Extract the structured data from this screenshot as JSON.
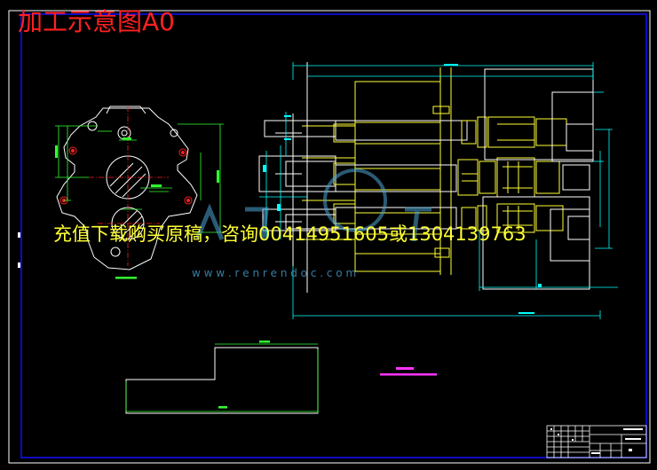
{
  "title": "加工示意图A0",
  "overlay_text": "充值下载购买原稿，咨询0041495160​5或1304139763",
  "watermark_text": "w w w . r e n r e n d o c . c o m",
  "colors": {
    "background": "#000000",
    "border": "#1010ff",
    "line": "#ffffff",
    "yellow": "#ffff33",
    "cyan": "#00ffff",
    "green": "#33ff33",
    "magenta": "#ff33ff",
    "red": "#ff2020",
    "watermark": "#4da6d6"
  }
}
